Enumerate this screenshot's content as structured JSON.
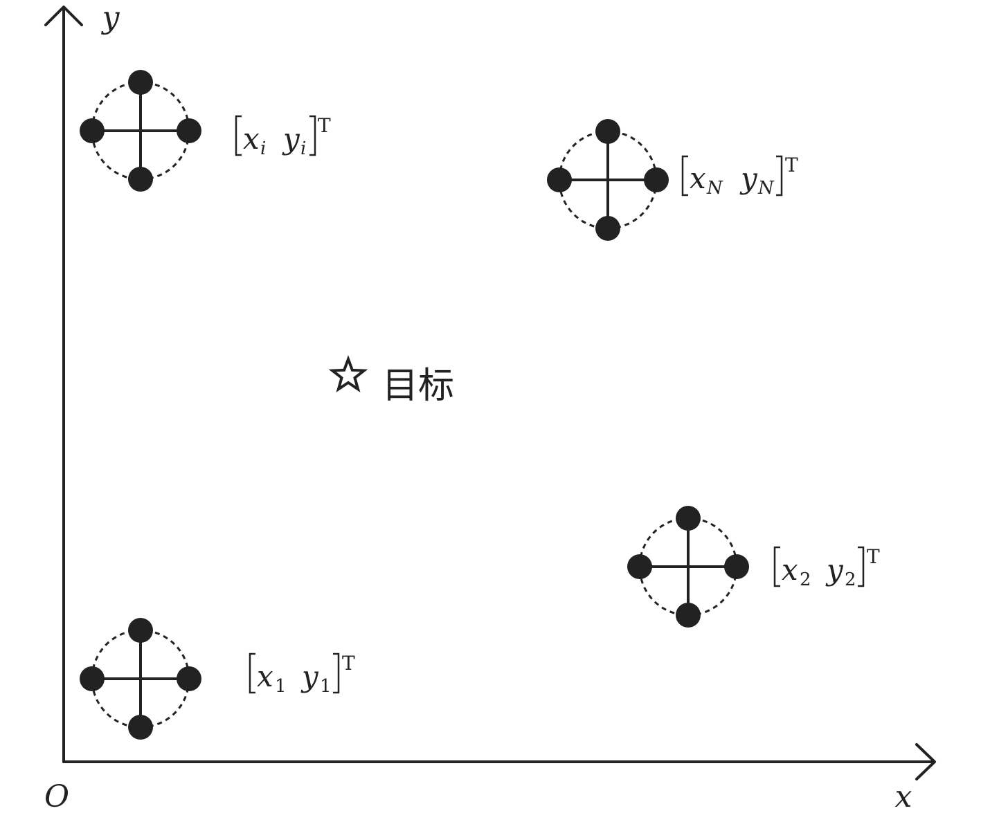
{
  "axes": {
    "x_label": "x",
    "y_label": "y",
    "origin_label": "O"
  },
  "target": {
    "icon": "star-outline",
    "label": "目标"
  },
  "nodes": [
    {
      "id": "node-i",
      "var_x": "x",
      "var_y": "y",
      "sub": "i",
      "sup": "T"
    },
    {
      "id": "node-N",
      "var_x": "x",
      "var_y": "y",
      "sub": "N",
      "sup": "T"
    },
    {
      "id": "node-2",
      "var_x": "x",
      "var_y": "y",
      "sub": "2",
      "sup": "T"
    },
    {
      "id": "node-1",
      "var_x": "x",
      "var_y": "y",
      "sub": "1",
      "sup": "T"
    }
  ],
  "colors": {
    "ink": "#222222",
    "background": "#ffffff"
  }
}
